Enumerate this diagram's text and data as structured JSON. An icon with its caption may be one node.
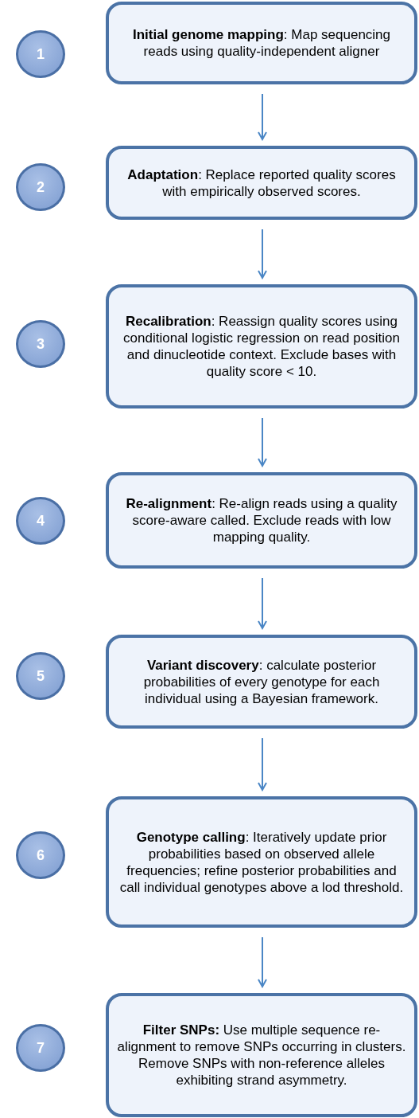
{
  "diagram": {
    "nodes": [
      {
        "text": [
          "1"
        ]
      },
      {
        "text": [
          "**Initial genome mapping**: Map sequencing reads using quality-independent aligner"
        ]
      },
      {
        "text": [
          "2"
        ]
      },
      {
        "text": [
          "**Adaptation**: Replace reported quality scores with empirically observed scores."
        ]
      },
      {
        "text": [
          "3"
        ]
      },
      {
        "text": [
          "**Recalibration**: Reassign quality scores using conditional logistic regression on read position and dinucleotide context.  Exclude bases with quality score < 10."
        ]
      },
      {
        "text": [
          "4"
        ]
      },
      {
        "text": [
          "**Re-alignment**: Re-align reads using a quality score-aware called.  Exclude reads with low mapping quality."
        ]
      },
      {
        "text": [
          "5"
        ]
      },
      {
        "text": [
          "**Variant discovery**: calculate posterior probabilities of every genotype for each individual using a Bayesian framework."
        ]
      },
      {
        "text": [
          "6"
        ]
      },
      {
        "text": [
          "**Genotype calling**: Iteratively update prior probabilities based on observed allele frequencies; refine posterior probabilities and call individual genotypes above a lod threshold."
        ]
      },
      {
        "text": [
          "7"
        ]
      },
      {
        "text": [
          "**Filter SNPs:** Use multiple sequence re-alignment to remove SNPs occurring in clusters.  Remove SNPs with non-reference alleles exhibiting strand asymmetry."
        ]
      }
    ],
    "edges": [
      {
        "from": 1,
        "to": 3,
        "arrow": "to"
      },
      {
        "from": 3,
        "to": 5,
        "arrow": "to"
      },
      {
        "from": 5,
        "to": 7,
        "arrow": "to"
      },
      {
        "from": 7,
        "to": 9,
        "arrow": "to"
      },
      {
        "from": 9,
        "to": 11,
        "arrow": "to"
      },
      {
        "from": 11,
        "to": 13,
        "arrow": "to"
      }
    ]
  }
}
